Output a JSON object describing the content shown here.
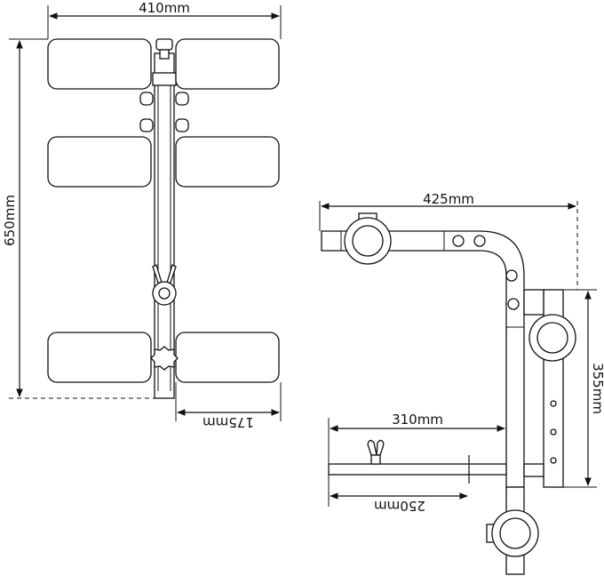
{
  "dimensions": {
    "top_width": "410mm",
    "top_height": "650mm",
    "top_foot": "175mm",
    "side_width": "425mm",
    "side_height": "355mm",
    "side_mid": "310mm",
    "side_low": "250mm"
  }
}
